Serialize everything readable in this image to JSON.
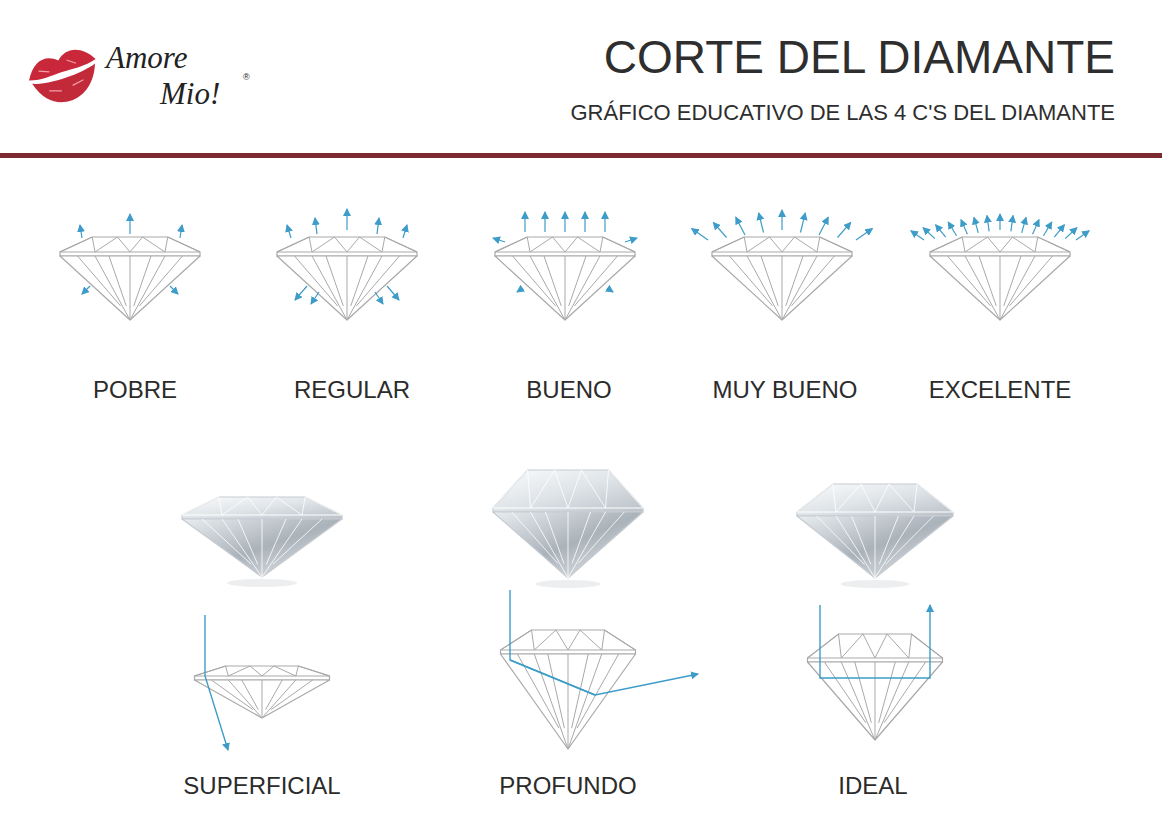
{
  "diagram": {
    "title": "CORTE DEL DIAMANTE",
    "labels": [
      "Amore",
      "Mio!",
      "®",
      "GRÁFICO EDUCATIVO DE LAS 4 C'S DEL DIAMANTE",
      "POBRE",
      "REGULAR",
      "BUENO",
      "MUY BUENO",
      "EXCELENTE",
      "SUPERFICIAL",
      "PROFUNDO",
      "IDEAL"
    ]
  }
}
